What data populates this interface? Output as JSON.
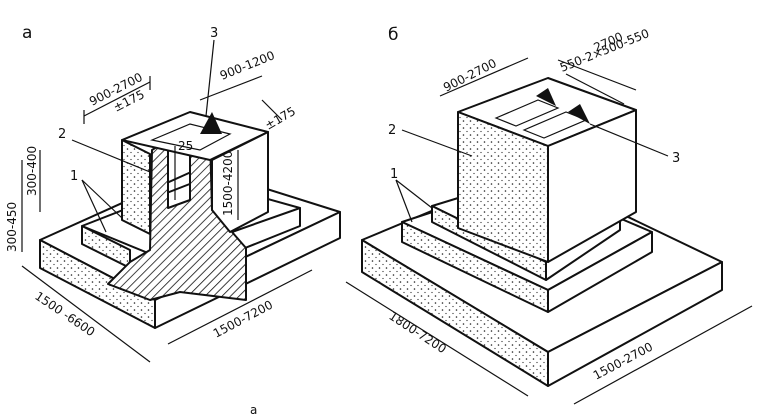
{
  "panels": {
    "a": {
      "title": "а",
      "labels": {
        "n1": "1",
        "n2": "2",
        "n3": "3",
        "n25": "25"
      },
      "dims": {
        "top_left": "900-2700",
        "top_left_sub": "±175",
        "top_right": "900-1200",
        "top_right_sub": "±175",
        "h_outer": "300-450",
        "h_inner": "300-400",
        "socket_depth": "1500-4200",
        "base_left": "1500 -6600",
        "base_right": "1500-7200"
      }
    },
    "b": {
      "title": "б",
      "labels": {
        "n1": "1",
        "n2": "2",
        "n3": "3"
      },
      "dims": {
        "top_left": "900-2700",
        "top_right": "2700",
        "top_right_sub": "550-2×500-550",
        "base_left": "1800-7200",
        "base_right": "1500-2700"
      }
    }
  },
  "footer": {
    "mark": "а"
  }
}
